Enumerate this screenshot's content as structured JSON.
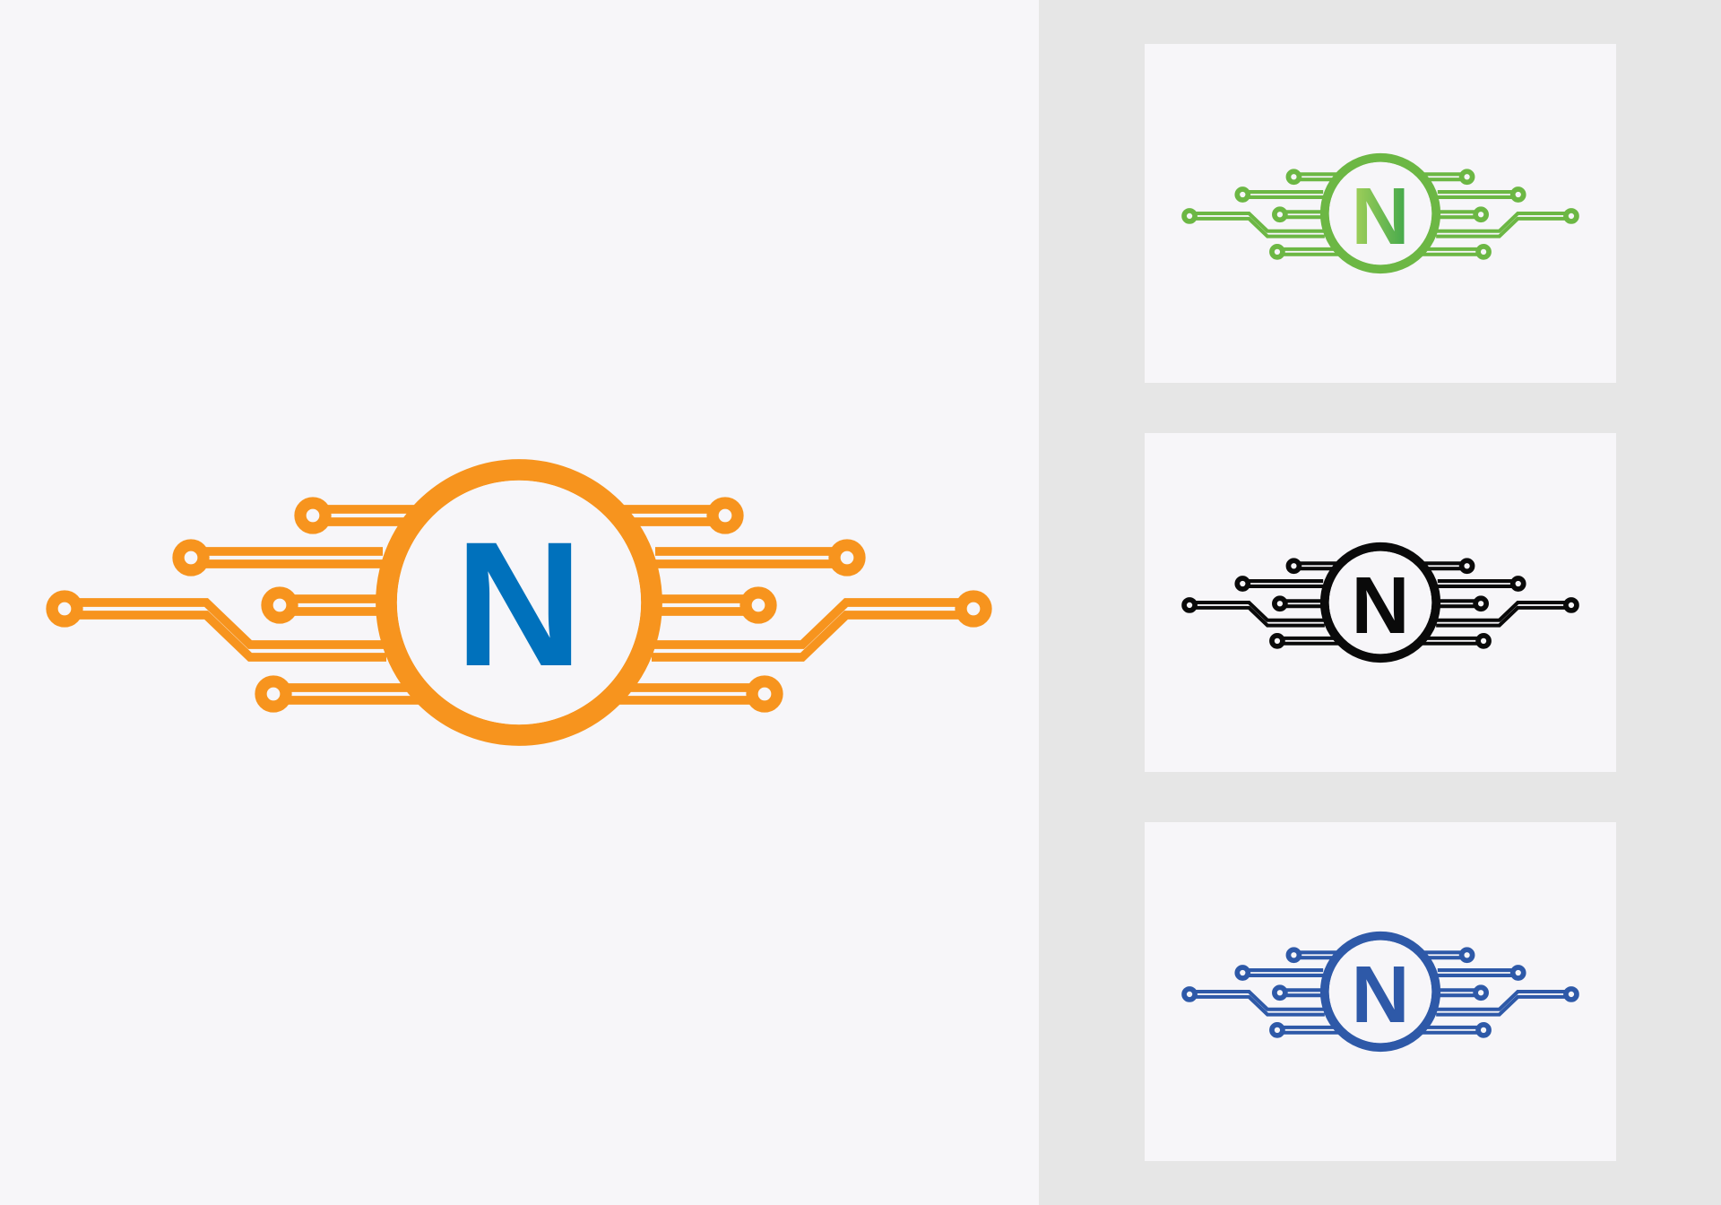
{
  "logo": {
    "letter": "N"
  },
  "variants": [
    {
      "id": "orange-blue",
      "ring_color": "#f7941e",
      "letter_color": "#0071bc",
      "letter_gradient": null
    },
    {
      "id": "green-gradient",
      "ring_color": "#6cb744",
      "letter_color": "#5cb247",
      "letter_gradient": [
        "#a5d15a",
        "#3fa64b"
      ]
    },
    {
      "id": "black",
      "ring_color": "#0a0a0a",
      "letter_color": "#0a0a0a",
      "letter_gradient": null
    },
    {
      "id": "blue",
      "ring_color": "#2e59a8",
      "letter_color": "#2e59a8",
      "letter_gradient": null
    }
  ]
}
